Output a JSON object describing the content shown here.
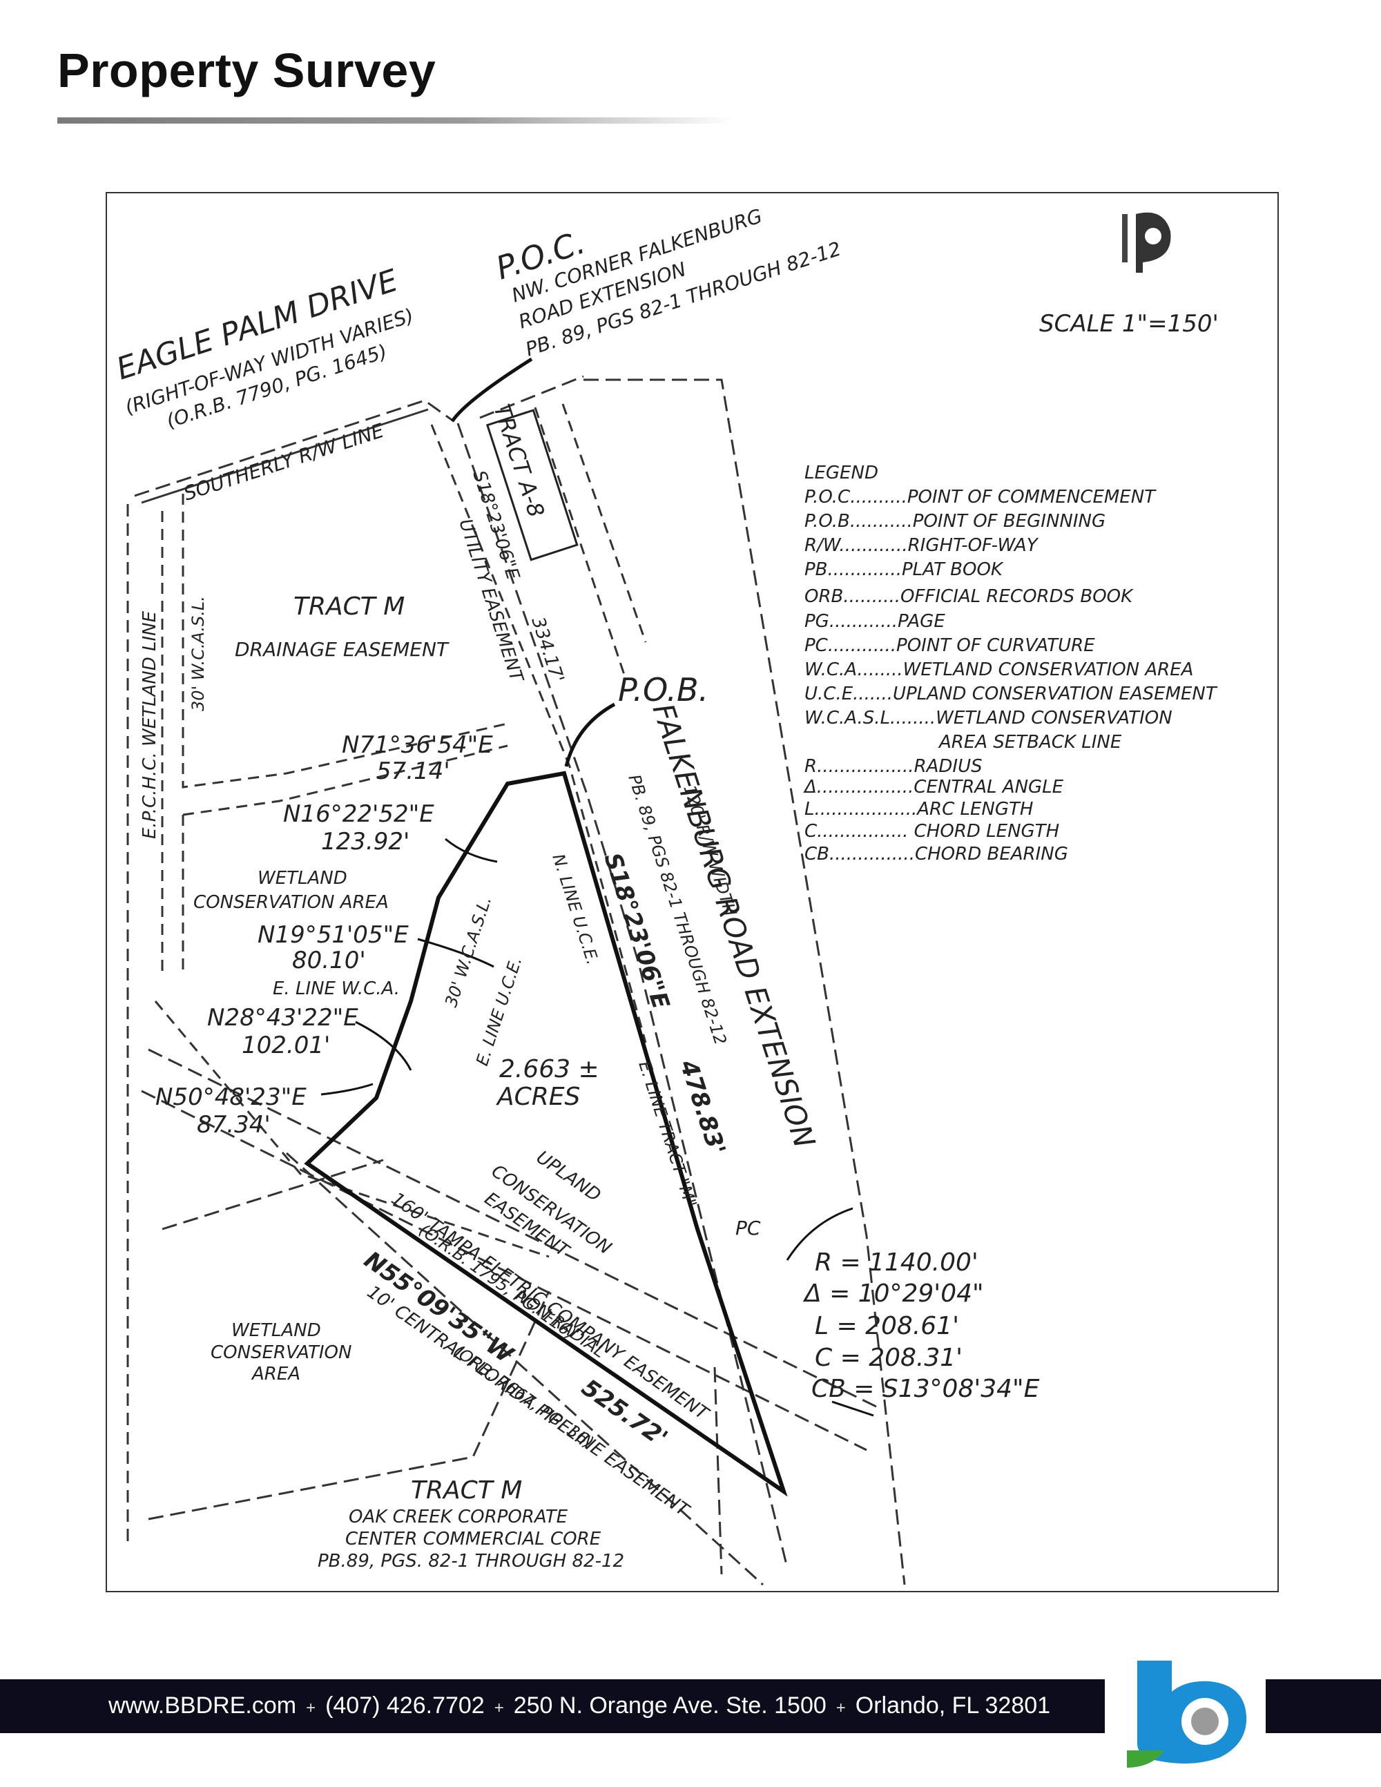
{
  "header": {
    "title": "Property Survey"
  },
  "survey": {
    "road_eagle": {
      "name": "EAGLE PALM DRIVE",
      "row": "(RIGHT-OF-WAY WIDTH VARIES)",
      "orb": "(O.R.B. 7790, PG. 1645)"
    },
    "poc": {
      "label": "P.O.C.",
      "line1": "NW. CORNER FALKENBURG",
      "line2": "ROAD EXTENSION",
      "line3": "PB. 89, PGS 82-1 THROUGH 82-12"
    },
    "scale": "SCALE 1\"=150'",
    "southerly_line": "SOUTHERLY R/W LINE",
    "tract_a8": "TRACT A-8",
    "bearing_top": "S18°23'06\"E",
    "utility_easement": "UTILITY EASEMENT",
    "dist_334": "334.17'",
    "tract_m_top": {
      "title": "TRACT M",
      "sub": "DRAINAGE EASEMENT"
    },
    "wetland_line": "E.P.C.H.C. WETLAND LINE",
    "wcasl_30": "30' W.C.A.S.L.",
    "pob": "P.O.B.",
    "falkenburg": {
      "name": "FALKENBURG ROAD EXTENSION",
      "width": "120' R/W WIDTH",
      "pb": "PB. 89, PGS 82-1 THROUGH 82-12"
    },
    "courses": [
      {
        "bearing": "N71°36'54\"E",
        "dist": "57.14'"
      },
      {
        "bearing": "N16°22'52\"E",
        "dist": "123.92'"
      },
      {
        "bearing": "N19°51'05\"E",
        "dist": "80.10'"
      },
      {
        "bearing": "N28°43'22\"E",
        "dist": "102.01'"
      },
      {
        "bearing": "N50°48'23\"E",
        "dist": "87.34'"
      }
    ],
    "east_line_bearing": "S18°23'06\"E",
    "east_line_dist": "478.83'",
    "south_line_bearing": "N55°09'35\"W",
    "south_line_dist": "525.72'",
    "wca_mid": {
      "line1": "WETLAND",
      "line2": "CONSERVATION AREA"
    },
    "e_line_wca": "E. LINE W.C.A.",
    "wcasl_30b": "30' W.C.A.S.L.",
    "e_line_uce": "E. LINE U.C.E.",
    "n_line_uce": "N. LINE U.C.E.",
    "e_line_tract_m": "E. LINE TRACT \"M\"",
    "acres": {
      "value": "2.663 ±",
      "unit": "ACRES"
    },
    "uce": {
      "line1": "UPLAND",
      "line2": "CONSERVATION",
      "line3": "EASEMENT"
    },
    "tampa": {
      "line1": "160' TAMPA ELETRIC COMPANY EASEMENT",
      "line2": "(O.R.B. 1795, PG. 116)"
    },
    "non_radial": "NON-RADIAL",
    "pipeline": {
      "line1": "10' CENTRAL FLORIDA PIPELINE EASEMENT",
      "line2": "(ORB. 7667, PG. 36)"
    },
    "pc": "PC",
    "curve": {
      "r": "R = 1140.00'",
      "delta": "Δ = 10°29'04\"",
      "l": "L = 208.61'",
      "c": "C = 208.31'",
      "cb": "CB = S13°08'34\"E"
    },
    "wca_bottom": {
      "line1": "WETLAND",
      "line2": "CONSERVATION",
      "line3": "AREA"
    },
    "tract_m_bottom": {
      "title": "TRACT M",
      "line1": "OAK CREEK CORPORATE",
      "line2": "CENTER COMMERCIAL CORE",
      "line3": "PB.89, PGS. 82-1 THROUGH 82-12"
    },
    "legend": {
      "title": "LEGEND",
      "items": [
        "P.O.C..........POINT OF COMMENCEMENT",
        "P.O.B...........POINT OF BEGINNING",
        "R/W............RIGHT-OF-WAY",
        "PB.............PLAT BOOK",
        "ORB..........OFFICIAL RECORDS BOOK",
        "PG............PAGE",
        "PC............POINT OF CURVATURE",
        "W.C.A........WETLAND CONSERVATION AREA",
        "U.C.E.......UPLAND CONSERVATION EASEMENT",
        "W.C.A.S.L........WETLAND CONSERVATION",
        "AREA SETBACK LINE",
        "R.................RADIUS",
        "Δ.................CENTRAL ANGLE",
        "L..................ARC LENGTH",
        "C................ CHORD LENGTH",
        "CB...............CHORD BEARING"
      ]
    }
  },
  "footer": {
    "website": "www.BBDRE.com",
    "phone": "(407) 426.7702",
    "address": "250 N. Orange Ave. Ste. 1500",
    "city": "Orlando, FL 32801",
    "separator": "+"
  },
  "brand": {
    "footer_bg": "#0c0c1c",
    "logo_blue": "#1a8fd6",
    "logo_green": "#3fa535",
    "logo_gray": "#9a9a9a"
  }
}
